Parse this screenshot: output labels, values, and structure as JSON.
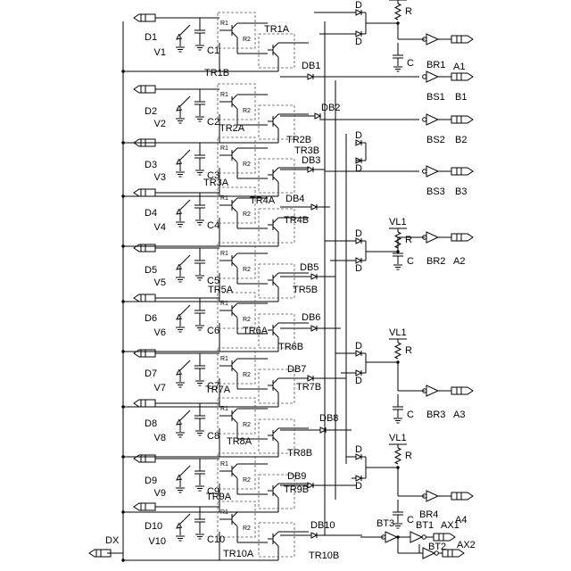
{
  "diagram": {
    "title": "",
    "inputs": [
      "D1",
      "D2",
      "D3",
      "D4",
      "D5",
      "D6",
      "D7",
      "D8",
      "D9",
      "D10"
    ],
    "sources": [
      "V1",
      "V2",
      "V3",
      "V4",
      "V5",
      "V6",
      "V7",
      "V8",
      "V9",
      "V10"
    ],
    "capacitors": [
      "C1",
      "C2",
      "C3",
      "C4",
      "C5",
      "C6",
      "C7",
      "C8",
      "C9",
      "C10"
    ],
    "transistors_a": [
      "TR1A",
      "TR2A",
      "TR3A",
      "TR4A",
      "TR5A",
      "TR6A",
      "TR7A",
      "TR8A",
      "TR9A",
      "TR10A"
    ],
    "transistors_b": [
      "TR1B",
      "TR2B",
      "TR3B",
      "TR4B",
      "TR5B",
      "TR6B",
      "TR7B",
      "TR8B",
      "TR9B",
      "TR10B"
    ],
    "diodes_db": [
      "DB1",
      "DB2",
      "DB3",
      "DB4",
      "DB5",
      "DB6",
      "DB7",
      "DB8",
      "DB9",
      "DB10"
    ],
    "diode_label": "D",
    "resistor_labels": [
      "R",
      "R1",
      "R2"
    ],
    "supply_label": "VL1",
    "capacitor_label": "C",
    "buffers_br": [
      "BR1",
      "BR2",
      "BR3",
      "BR4"
    ],
    "buffers_bs": [
      "BS1",
      "BS2",
      "BS3"
    ],
    "outputs_a": [
      "A1",
      "A2",
      "A3",
      "A4"
    ],
    "outputs_b": [
      "B1",
      "B2",
      "B3"
    ],
    "bottom_buffers": [
      "BT1",
      "BT2",
      "BT3"
    ],
    "aux_outputs": [
      "AX1",
      "AX2"
    ],
    "common_input": "DX"
  }
}
